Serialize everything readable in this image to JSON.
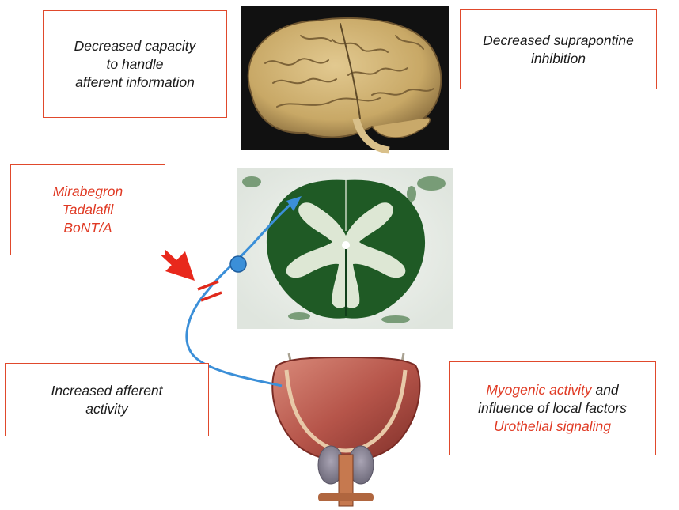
{
  "boxes": {
    "capacity": {
      "lines": [
        "Decreased capacity",
        "to handle",
        "afferent information"
      ]
    },
    "supra": {
      "lines": [
        "Decreased suprapontine",
        "inhibition"
      ]
    },
    "drugs": {
      "lines": [
        "Mirabegron",
        "Tadalafil",
        "BoNT/A"
      ]
    },
    "afferent": {
      "lines": [
        "Increased afferent",
        "activity"
      ]
    },
    "myogenic": {
      "line1_red": "Myogenic activity",
      "line1_rest": " and",
      "line2": "influence of local factors",
      "line3_red": "Urothelial signaling"
    }
  },
  "colors": {
    "box_border": "#e0492c",
    "red_text": "#e03a24",
    "pathway": "#3b8fd8",
    "arrow": "#e8281c"
  },
  "images": [
    "brain-photo",
    "spinal-cord-section",
    "bladder-illustration"
  ]
}
